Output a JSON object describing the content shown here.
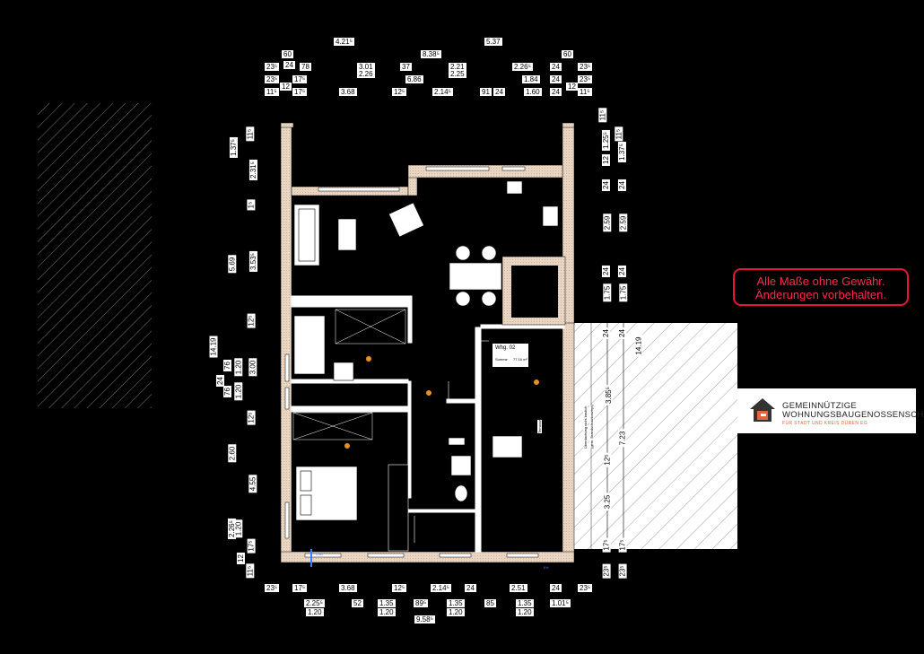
{
  "top_dimensions": {
    "row1": [
      "4.21⁵",
      "5.37"
    ],
    "row2": [
      "60",
      "8.38⁵",
      "60"
    ],
    "row3": [
      "23⁵",
      "24",
      "78",
      "3.01",
      "37",
      "2.21",
      "2.26⁵",
      "24",
      "23⁵"
    ],
    "row4": [
      "2.26",
      "2.25"
    ],
    "row5": [
      "23⁵",
      "17⁵",
      "6.86",
      "1.84",
      "24",
      "23⁵"
    ],
    "row6": [
      "11⁵",
      "12",
      "17⁵",
      "3.68",
      "12⁵",
      "2.14⁵",
      "91",
      "24",
      "1.60",
      "24",
      "12",
      "11⁵"
    ]
  },
  "left_dimensions": [
    "11⁵",
    "1.37⁵",
    "2.31⁵",
    "1⁵",
    "5.69",
    "3.53⁵",
    "12⁵",
    "14.19",
    "76",
    "1.20",
    "3.00",
    "24",
    "76",
    "1.20",
    "12⁵",
    "2.60",
    "4.55",
    "2.26⁵",
    "1.20",
    "12",
    "17⁵",
    "11⁵"
  ],
  "right_dimensions": [
    "11⁵",
    "1.25⁵",
    "12",
    "11⁵",
    "1.37⁵",
    "24",
    "24",
    "2.59",
    "2.59",
    "24",
    "24",
    "1.75",
    "1.75",
    "24",
    "24",
    "14.19",
    "3.85⁵",
    "7.23",
    "12⁵",
    "3.25",
    "17⁵",
    "17⁵",
    "23⁵",
    "23⁵"
  ],
  "bottom_dimensions": {
    "row1": [
      "23⁵",
      "17⁵",
      "3.68",
      "12⁵",
      "2.14⁵",
      "24",
      "2.51",
      "24",
      "23⁵"
    ],
    "row2": [
      "2.25⁵",
      "52",
      "1.35",
      "89⁵",
      "1.35",
      "85",
      "1.35",
      "1.01⁵"
    ],
    "row3": [
      "1.20",
      "1.20",
      "1.20",
      "1.20"
    ],
    "row4": [
      "9.58⁵"
    ]
  },
  "apartment": {
    "name": "Whg. 02",
    "sum_label": "Summe",
    "area": "77,16 m²"
  },
  "notice": {
    "line1": "Alle Maße ohne Gewähr.",
    "line2": "Änderungen vorbehalten."
  },
  "logo": {
    "line1": "GEMEINNÜTZIGE",
    "line2": "WOHNUNGSBAUGENOSSENSCHAFT",
    "line3": "FÜR STADT UND KREIS DÜREN EG",
    "mark_color": "#e0663a"
  },
  "annotations": {
    "blue": "2.80",
    "corner_note": "EH",
    "terrace_note1": "Überdachung nicht baulich",
    "terrace_note2": "(gem. Brandschutzkonzept)",
    "ptag": "Terrasse"
  },
  "colors": {
    "background": "#000000",
    "wall": "#e8d7c4",
    "accent_red": "#e8143c",
    "furniture": "#ffffff"
  }
}
